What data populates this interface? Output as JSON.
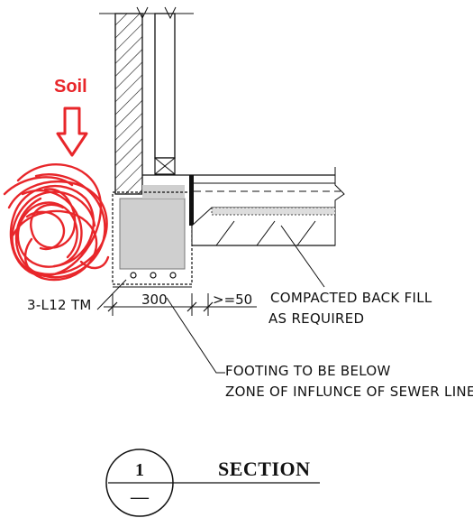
{
  "annotations": {
    "soil_label": "Soil",
    "rebar_label": "3-L12 TM",
    "footing_width": "300",
    "clearance": ">=50",
    "backfill_line1": "COMPACTED BACK FILL",
    "backfill_line2": "AS REQUIRED",
    "footing_note_line1": "FOOTING TO BE BELOW",
    "footing_note_line2": "ZONE OF INFLUNCE OF SEWER LINE"
  },
  "section_mark": {
    "number": "1",
    "sheet": "—",
    "title": "SECTION"
  },
  "colors": {
    "ink": "#111111",
    "markup_red": "#e8262a",
    "concrete_fill": "#cfcfcf"
  }
}
